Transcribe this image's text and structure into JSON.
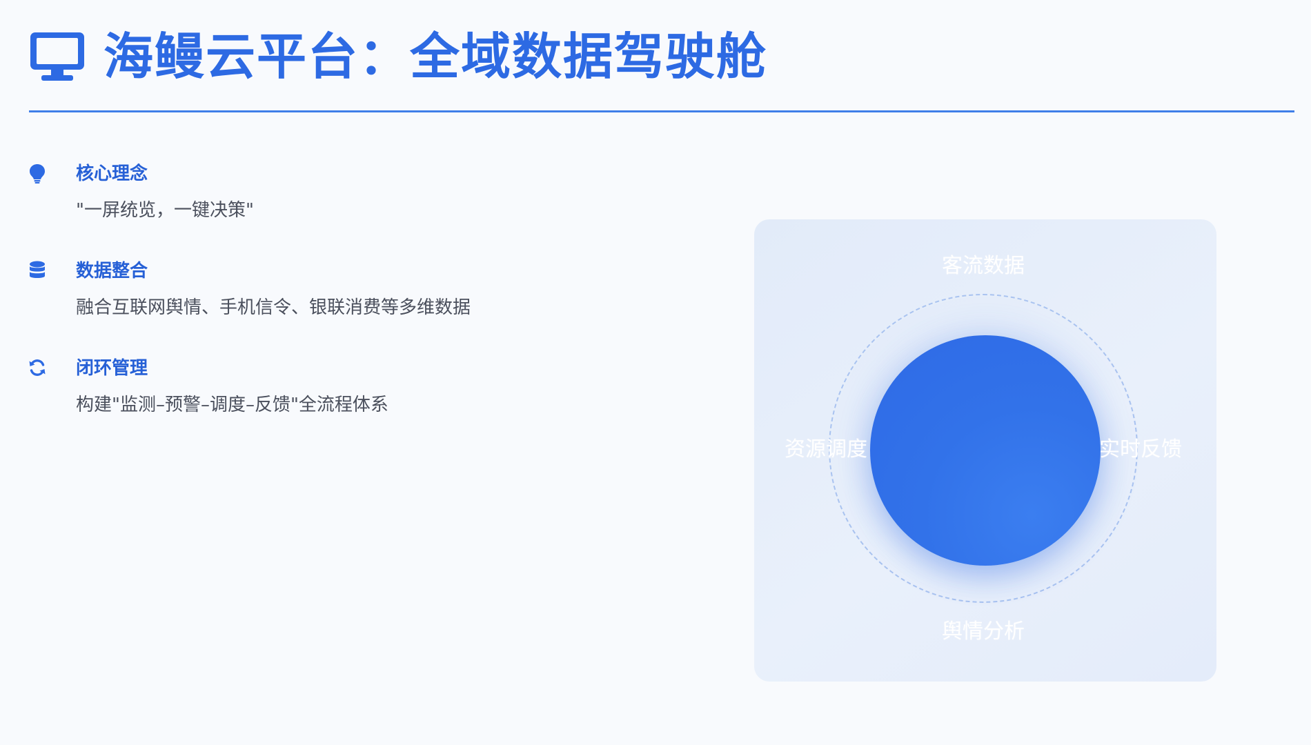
{
  "header": {
    "title": "海鳗云平台：全域数据驾驶舱",
    "icon": "monitor-icon",
    "accent_color": "#2d6ae3"
  },
  "features": [
    {
      "icon": "lightbulb-icon",
      "title": "核心理念",
      "description": "\"一屏统览，一键决策\""
    },
    {
      "icon": "database-icon",
      "title": "数据整合",
      "description": "融合互联网舆情、手机信令、银联消费等多维数据"
    },
    {
      "icon": "refresh-icon",
      "title": "闭环管理",
      "description": "构建\"监测–预警–调度–反馈\"全流程体系"
    }
  ],
  "diagram": {
    "top": "客流数据",
    "right": "实时反馈",
    "bottom": "舆情分析",
    "left": "资源调度",
    "core_color": "#2e6ae6"
  }
}
